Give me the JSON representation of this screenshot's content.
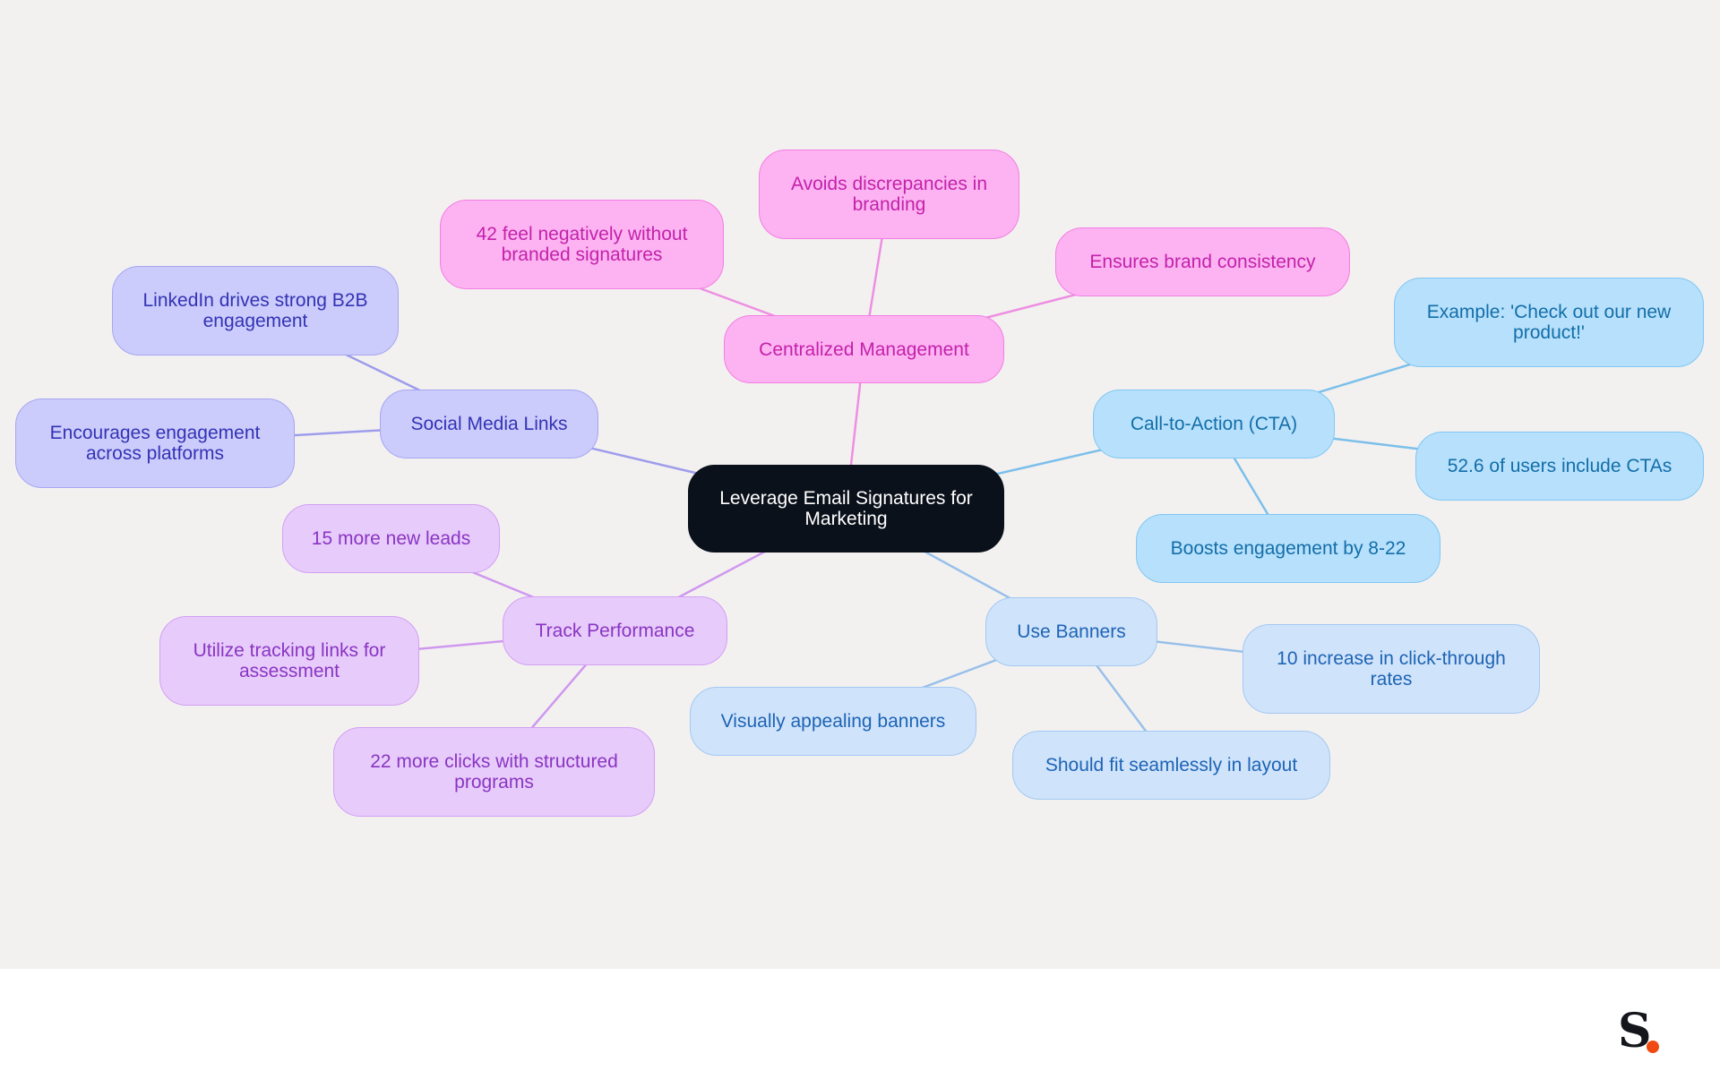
{
  "diagram": {
    "root": {
      "id": "root",
      "label": "Leverage Email Signatures for Marketing"
    },
    "branches": [
      {
        "id": "centralized",
        "label": "Centralized Management",
        "color": "#ee8fe2",
        "children": [
          {
            "id": "cm1",
            "label": "42 feel negatively without branded signatures"
          },
          {
            "id": "cm2",
            "label": "Avoids discrepancies in branding"
          },
          {
            "id": "cm3",
            "label": "Ensures brand consistency"
          }
        ]
      },
      {
        "id": "social",
        "label": "Social Media Links",
        "color": "#9d9deb",
        "children": [
          {
            "id": "sm1",
            "label": "LinkedIn drives strong B2B engagement"
          },
          {
            "id": "sm2",
            "label": "Encourages engagement across platforms"
          }
        ]
      },
      {
        "id": "cta",
        "label": "Call-to-Action (CTA)",
        "color": "#7cbfea",
        "children": [
          {
            "id": "cta1",
            "label": "Example: 'Check out our new product!'"
          },
          {
            "id": "cta2",
            "label": "52.6 of users include CTAs"
          },
          {
            "id": "cta3",
            "label": "Boosts engagement by 8-22"
          }
        ]
      },
      {
        "id": "track",
        "label": "Track Performance",
        "color": "#cf98ef",
        "children": [
          {
            "id": "tp1",
            "label": "15 more new leads"
          },
          {
            "id": "tp2",
            "label": "Utilize tracking links for assessment"
          },
          {
            "id": "tp3",
            "label": "22 more clicks with structured programs"
          }
        ]
      },
      {
        "id": "banners",
        "label": "Use Banners",
        "color": "#98c0ea",
        "children": [
          {
            "id": "ub1",
            "label": "10 increase in click-through rates"
          },
          {
            "id": "ub2",
            "label": "Visually appealing banners"
          },
          {
            "id": "ub3",
            "label": "Should fit seamlessly in layout"
          }
        ]
      }
    ]
  },
  "logo": {
    "letter": "S",
    "dot_color": "#f04a12"
  }
}
